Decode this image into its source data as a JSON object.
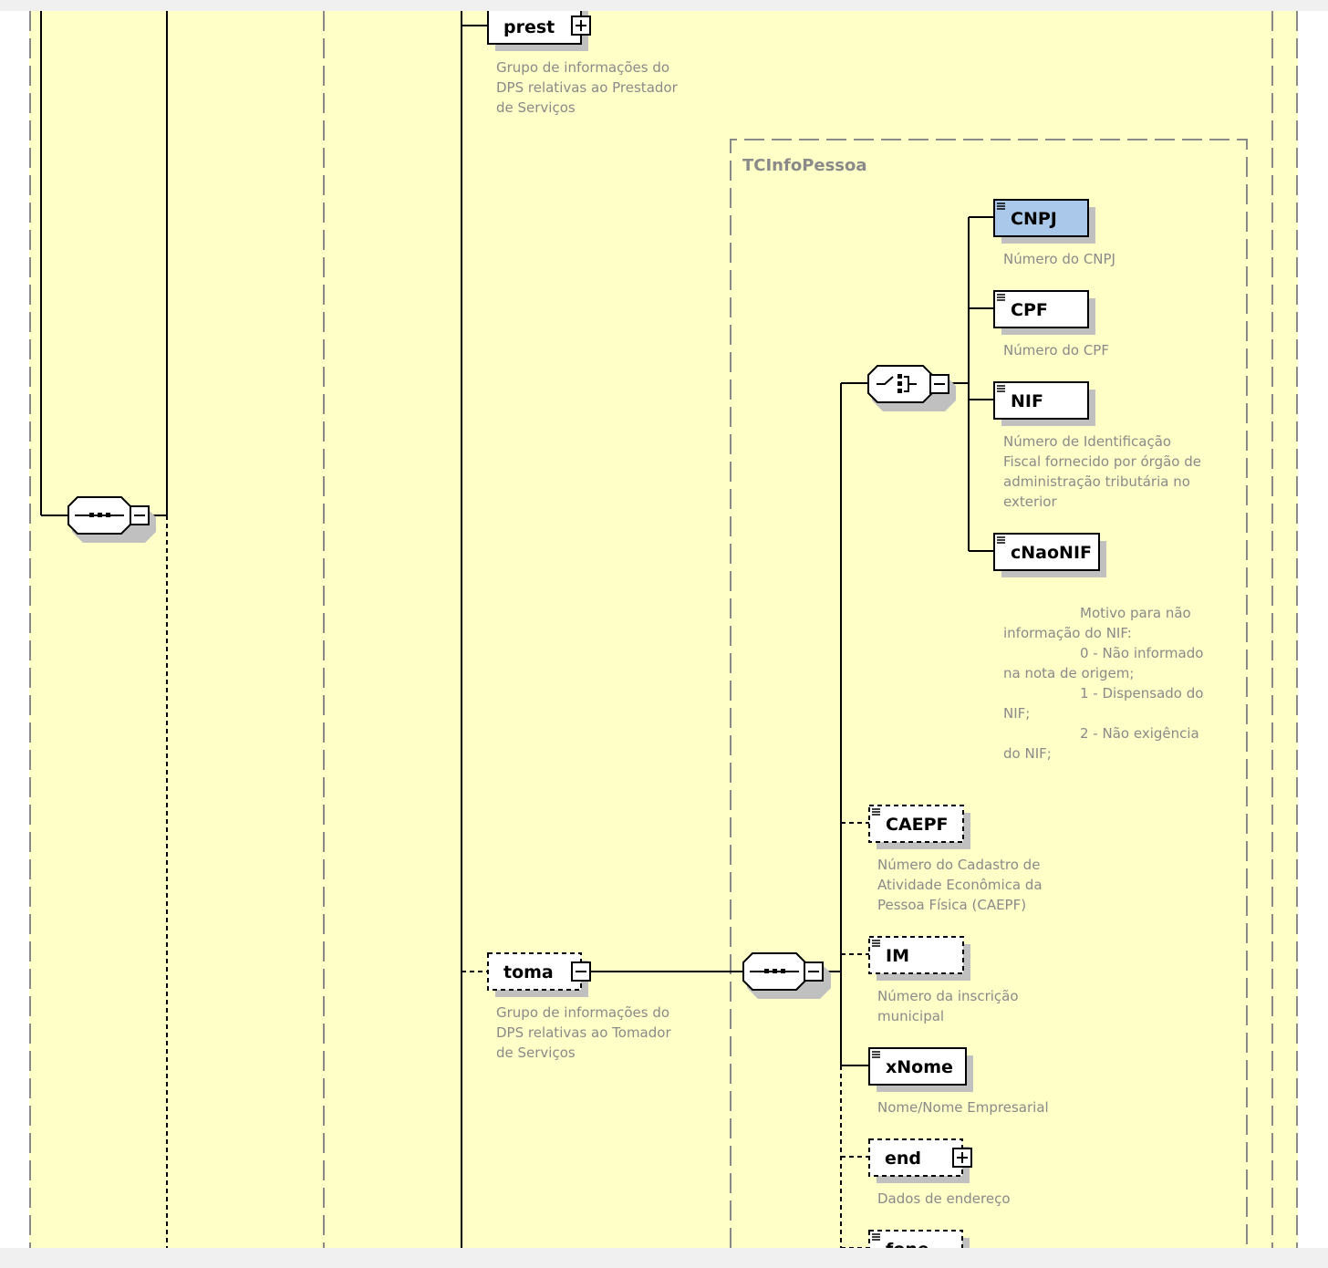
{
  "colors": {
    "canvas": "#ffffc8",
    "selected_element": "#aac8ea",
    "description_text": "#8a8a8a",
    "type_frame": "#8a8a8a"
  },
  "type_group": {
    "name": "TCInfoPessoa"
  },
  "elements": {
    "prest": {
      "name": "prest",
      "expand": "plus",
      "description": [
        "Grupo de informações do",
        "DPS relativas ao Prestador",
        "de Serviços"
      ]
    },
    "toma": {
      "name": "toma",
      "expand": "minus",
      "optional": true,
      "description": [
        "Grupo de informações do",
        "DPS relativas ao Tomador",
        "de Serviços"
      ]
    },
    "CNPJ": {
      "name": "CNPJ",
      "selected": true,
      "description": [
        "Número do CNPJ"
      ]
    },
    "CPF": {
      "name": "CPF",
      "description": [
        "Número do CPF"
      ]
    },
    "NIF": {
      "name": "NIF",
      "description": [
        "Número de Identificação",
        "Fiscal fornecido por órgão de",
        "administração tributária no",
        "exterior"
      ]
    },
    "cNaoNIF": {
      "name": "cNaoNIF",
      "description": [
        "Motivo para não",
        "informação do NIF:",
        "0 - Não informado",
        "na nota de origem;",
        "1 - Dispensado do",
        "NIF;",
        "2 - Não exigência",
        "do NIF;"
      ]
    },
    "CAEPF": {
      "name": "CAEPF",
      "optional": true,
      "description": [
        "Número do Cadastro de",
        "Atividade Econômica da",
        "Pessoa Física (CAEPF)"
      ]
    },
    "IM": {
      "name": "IM",
      "optional": true,
      "description": [
        "Número da inscrição",
        "municipal"
      ]
    },
    "xNome": {
      "name": "xNome",
      "description": [
        "Nome/Nome Empresarial"
      ]
    },
    "end": {
      "name": "end",
      "optional": true,
      "expand": "plus",
      "description": [
        "Dados de endereço"
      ]
    },
    "fono": {
      "name": "fone",
      "optional": true
    }
  },
  "compositors": {
    "left_sequence": "sequence-icon",
    "toma_sequence": "sequence-icon",
    "choice": "choice-icon"
  }
}
